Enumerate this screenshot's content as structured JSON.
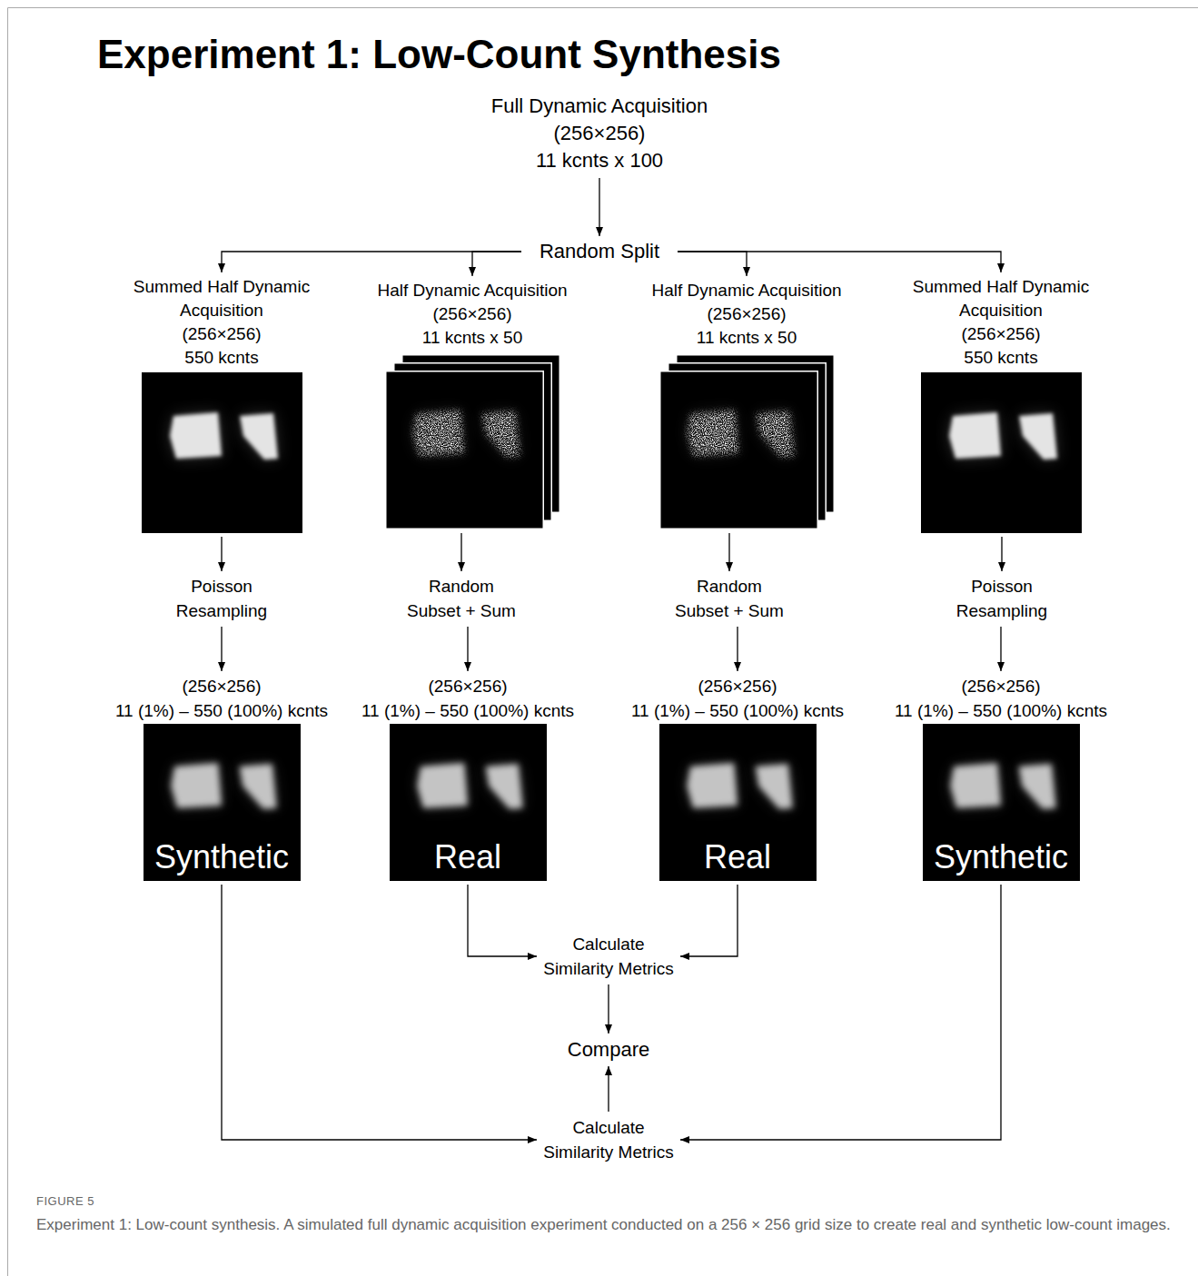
{
  "diagram": {
    "title": "Experiment 1: Low-Count Synthesis",
    "caption": "Experiment 1: Low-count synthesis. A simulated full dynamic acquisition experiment conducted on a 256 × 256 grid size to create real and synthetic low-count images.",
    "nodes": [
      {
        "text": [
          "Full Dynamic Acquisition",
          "(256×256)",
          "11 kcnts x 100"
        ]
      },
      {
        "text": [
          "Random Split"
        ]
      },
      {
        "text": [
          "Summed Half Dynamic Acquisition",
          "(256×256)",
          "550 kcnts"
        ]
      },
      {
        "text": [
          "Half Dynamic Acquisition",
          "(256×256)",
          "11 kcnts x 50"
        ]
      },
      {
        "text": [
          "Half Dynamic Acquisition",
          "(256×256)",
          "11 kcnts x 50"
        ]
      },
      {
        "text": [
          "Summed Half Dynamic Acquisition",
          "(256×256)",
          "550 kcnts"
        ]
      },
      {
        "text": [
          "Poisson Resampling"
        ]
      },
      {
        "text": [
          "Random Subset + Sum"
        ]
      },
      {
        "text": [
          "Random Subset + Sum"
        ]
      },
      {
        "text": [
          "Poisson Resampling"
        ]
      },
      {
        "text": [
          "(256×256)",
          "11 (1%) – 550 (100%) kcnts",
          "Synthetic"
        ]
      },
      {
        "text": [
          "(256×256)",
          "11 (1%) – 550 (100%) kcnts",
          "Real"
        ]
      },
      {
        "text": [
          "(256×256)",
          "11 (1%) – 550 (100%) kcnts",
          "Real"
        ]
      },
      {
        "text": [
          "(256×256)",
          "11 (1%) – 550 (100%) kcnts",
          "Synthetic"
        ]
      },
      {
        "text": [
          "Calculate Similarity Metrics"
        ]
      },
      {
        "text": [
          "Compare"
        ]
      },
      {
        "text": [
          "Calculate Similarity Metrics"
        ]
      }
    ],
    "edges": [
      {
        "from": 0,
        "to": 1,
        "arrow": "to"
      },
      {
        "from": 1,
        "to": 2,
        "arrow": "to"
      },
      {
        "from": 1,
        "to": 3,
        "arrow": "to"
      },
      {
        "from": 1,
        "to": 4,
        "arrow": "to"
      },
      {
        "from": 1,
        "to": 5,
        "arrow": "to"
      },
      {
        "from": 2,
        "to": 6,
        "arrow": "to"
      },
      {
        "from": 3,
        "to": 7,
        "arrow": "to"
      },
      {
        "from": 4,
        "to": 8,
        "arrow": "to"
      },
      {
        "from": 5,
        "to": 9,
        "arrow": "to"
      },
      {
        "from": 6,
        "to": 10,
        "arrow": "to"
      },
      {
        "from": 7,
        "to": 11,
        "arrow": "to"
      },
      {
        "from": 8,
        "to": 12,
        "arrow": "to"
      },
      {
        "from": 9,
        "to": 13,
        "arrow": "to"
      },
      {
        "from": 11,
        "to": 14,
        "arrow": "to"
      },
      {
        "from": 12,
        "to": 14,
        "arrow": "to"
      },
      {
        "from": 14,
        "to": 15,
        "arrow": "to"
      },
      {
        "from": 16,
        "to": 15,
        "arrow": "to"
      },
      {
        "from": 10,
        "to": 16,
        "arrow": "to"
      },
      {
        "from": 13,
        "to": 16,
        "arrow": "to"
      }
    ],
    "labels": [
      "FIGURE 5"
    ]
  }
}
